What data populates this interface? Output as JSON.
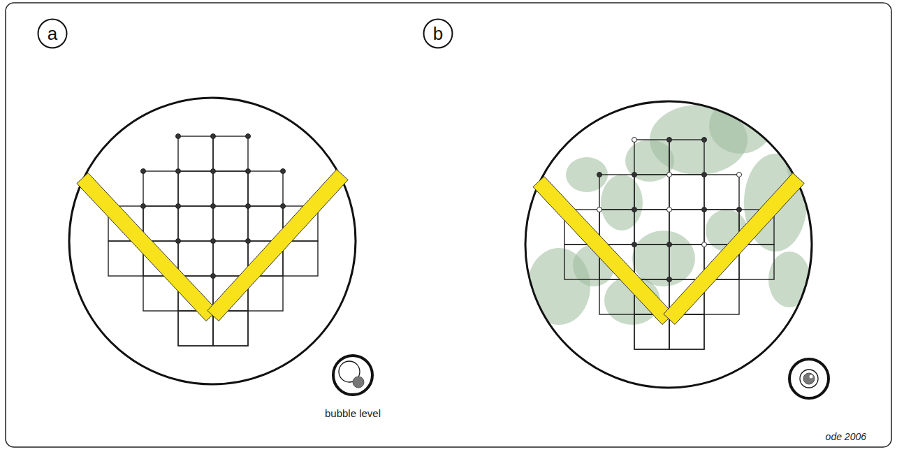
{
  "diagram": {
    "nodes": [
      {
        "text": [
          "a"
        ]
      },
      {
        "text": [
          "b"
        ]
      }
    ],
    "labels": [
      "bubble level",
      "ode 2006"
    ]
  }
}
